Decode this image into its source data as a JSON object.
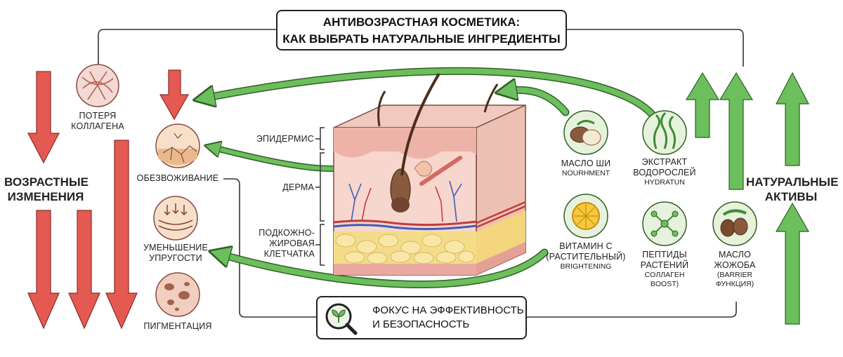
{
  "title": {
    "line1": "АНТИВОЗРАСТНАЯ КОСМЕТИКА:",
    "line2": "КАК ВЫБРАТЬ НАТУРАЛЬНЫЕ ИНГРЕДИЕНТЫ"
  },
  "left_heading": {
    "line1": "ВОЗРАСТНЫЕ",
    "line2": "ИЗМЕНЕНИЯ"
  },
  "right_heading": {
    "line1": "НАТУРАЛЬНЫЕ",
    "line2": "АКТИВЫ"
  },
  "collagen": {
    "line1": "ПОТЕРЯ",
    "line2": "КОЛЛАГЕНА"
  },
  "aging": [
    {
      "label": "ОБЕЗВОЖИВАНИЕ"
    },
    {
      "line1": "УМЕНЬШЕНИЕ",
      "line2": "УПРУГОСТИ"
    },
    {
      "label": "ПИГМЕНТАЦИЯ"
    }
  ],
  "layers": {
    "epidermis": "ЭПИДЕРМИС",
    "dermis": "ДЕРМА",
    "hypodermis": {
      "line1": "ПОДКОЖНО-",
      "line2": "ЖИРОВАЯ",
      "line3": "КЛЕТЧАТКА"
    }
  },
  "actives": {
    "shea": {
      "line1": "МАСЛО ШИ",
      "sub": "NOURHMENT"
    },
    "algae": {
      "line1": "ЭКСТРАКТ",
      "line2": "ВОДОРОСЛЕЙ",
      "sub": "HYDRATUN"
    },
    "vitc": {
      "line1": "ВИТАМИН С",
      "line2": "(РАСТИТЕЛЬНЫЙ)",
      "sub": "BRIGHTENING"
    },
    "peptides": {
      "line1": "ПЕПТИДЫ",
      "line2": "РАСТЕНИЙ",
      "sub1": "COЛЛAГEH",
      "sub2": "BOOST)"
    },
    "jojoba": {
      "line1": "МАСЛО",
      "line2": "ЖОЖОБА",
      "sub1": "(BARRIER",
      "sub2": "ФУНКЦИЯ)"
    }
  },
  "focus": {
    "line1": "ФОКУС НА ЭФФЕКТИВНОСТЬ",
    "line2": "И БЕЗОПАСНОСТЬ"
  },
  "colors": {
    "red_arrow": "#e45a52",
    "green_arrow": "#6cbf5c",
    "skin_pink": "#f3c7c0",
    "fat_yellow": "#f4dc8a",
    "icon_bg": "#e7f2dc"
  },
  "icons": [
    "collagen-fibers-icon",
    "cracked-skin-icon",
    "elasticity-icon",
    "pigmentation-icon",
    "shea-nut-icon",
    "seaweed-icon",
    "citrus-icon",
    "molecule-icon",
    "jojoba-icon",
    "magnifier-leaf-icon"
  ]
}
